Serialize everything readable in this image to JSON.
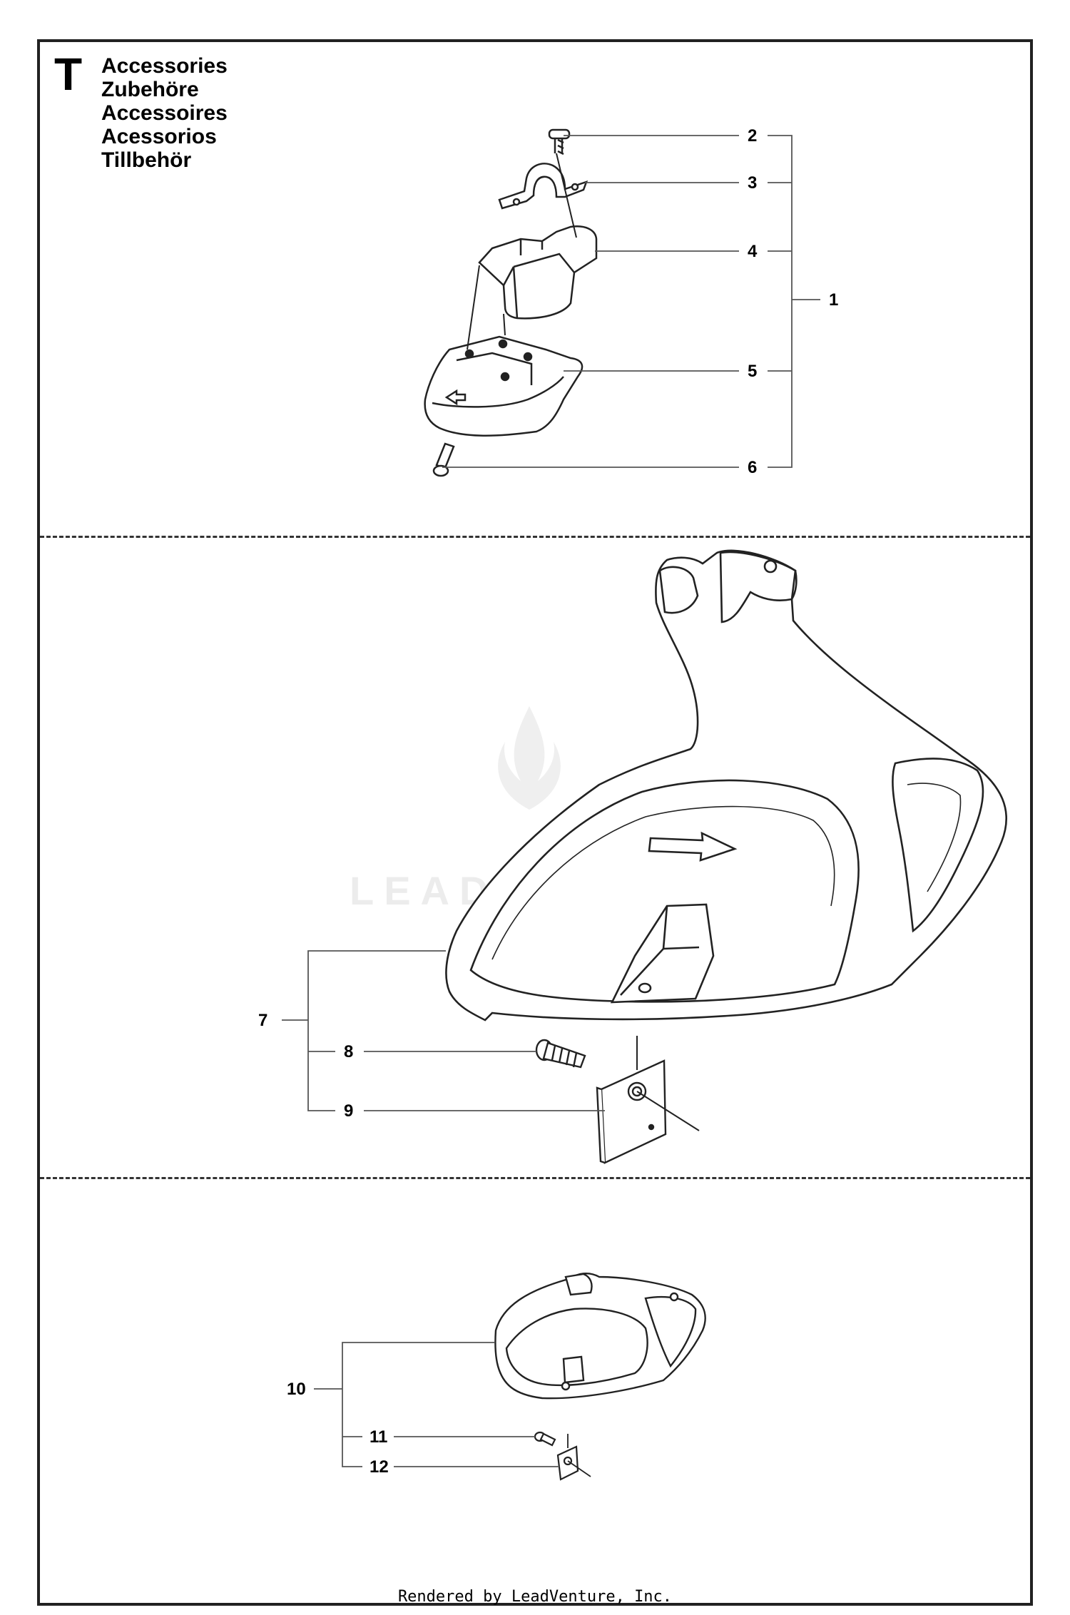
{
  "section": {
    "letter": "T",
    "titles": [
      "Accessories",
      "Zubehöre",
      "Accessoires",
      "Acessorios",
      "Tillbehör"
    ]
  },
  "callouts": {
    "c1": "1",
    "c2": "2",
    "c3": "3",
    "c4": "4",
    "c5": "5",
    "c6": "6",
    "c7": "7",
    "c8": "8",
    "c9": "9",
    "c10": "10",
    "c11": "11",
    "c12": "12"
  },
  "watermark": {
    "text": "LEADVENTURE",
    "icon": "flame-logo-icon"
  },
  "footer": {
    "text": "Rendered by LeadVenture, Inc."
  },
  "colors": {
    "line": "#222222",
    "leader": "#555555",
    "watermark": "#ececec"
  }
}
